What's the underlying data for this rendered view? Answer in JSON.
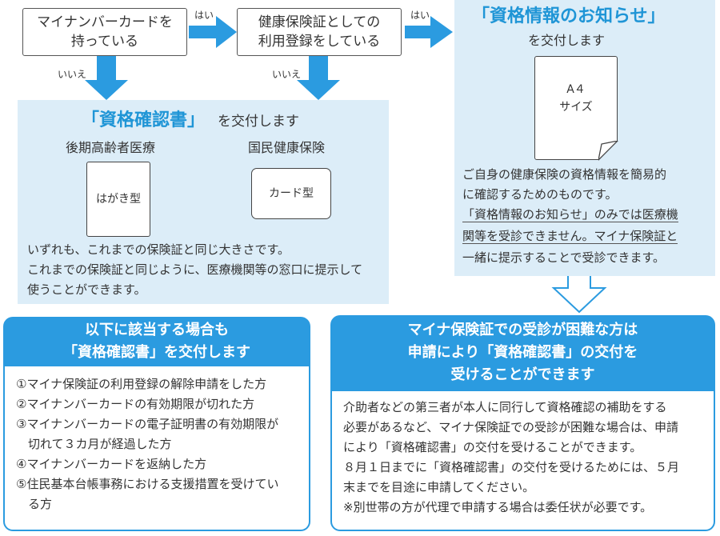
{
  "flow": {
    "q1": [
      "マイナンバーカードを",
      "持っている"
    ],
    "q2": [
      "健康保険証としての",
      "利用登録をしている"
    ],
    "yes1": "はい",
    "yes2": "はい",
    "no1": "いいえ",
    "no2": "いいえ"
  },
  "notice": {
    "title": "「資格情報のお知らせ」",
    "subtitle": "を交付します",
    "paper_lines": [
      "A４",
      "サイズ"
    ],
    "desc1": "ご自身の健康保険の資格情報を簡易的",
    "desc2": "に確認するためのものです。",
    "desc3": "「資格情報のお知らせ」のみでは医療機",
    "desc4": "関等を受診できません。マイナ保険証と",
    "desc5": "一緒に提示することで受診できます。"
  },
  "certificate": {
    "title": "「資格確認書」",
    "subtitle": "を交付します",
    "elderly_label": "後期高齢者医療",
    "national_label": "国民健康保険",
    "postcard": "はがき型",
    "card": "カード型",
    "note1": "いずれも、これまでの保険証と同じ大きさです。",
    "note2": "これまでの保険証と同じように、医療機関等の窓口に提示して",
    "note3": "使うことができます。"
  },
  "left_card": {
    "head1": "以下に該当する場合も",
    "head2": "「資格確認書」を交付します",
    "items": [
      "①マイナ保険証の利用登録の解除申請をした方",
      "②マイナンバーカードの有効期限が切れた方",
      "③マイナンバーカードの電子証明書の有効期限が",
      "　切れて３カ月が経過した方",
      "④マイナンバーカードを返納した方",
      "⑤住民基本台帳事務における支援措置を受けてい",
      "　る方"
    ]
  },
  "right_card": {
    "head1": "マイナ保険証での受診が困難な方は",
    "head2": "申請により「資格確認書」の交付を",
    "head3": "受けることができます",
    "lines": [
      "介助者などの第三者が本人に同行して資格確認の補助をする",
      "必要があるなど、マイナ保険証での受診が困難な場合は、申請",
      "により「資格確認書」の交付を受けることができます。",
      "８月１日までに「資格確認書」の交付を受けるためには、５月",
      "末までを目途に申請してください。",
      "※別世帯の方が代理で申請する場合は委任状が必要です。"
    ]
  },
  "colors": {
    "accent": "#2b9be0",
    "panel": "#dcedf8",
    "title_blue": "#1f95d6"
  }
}
